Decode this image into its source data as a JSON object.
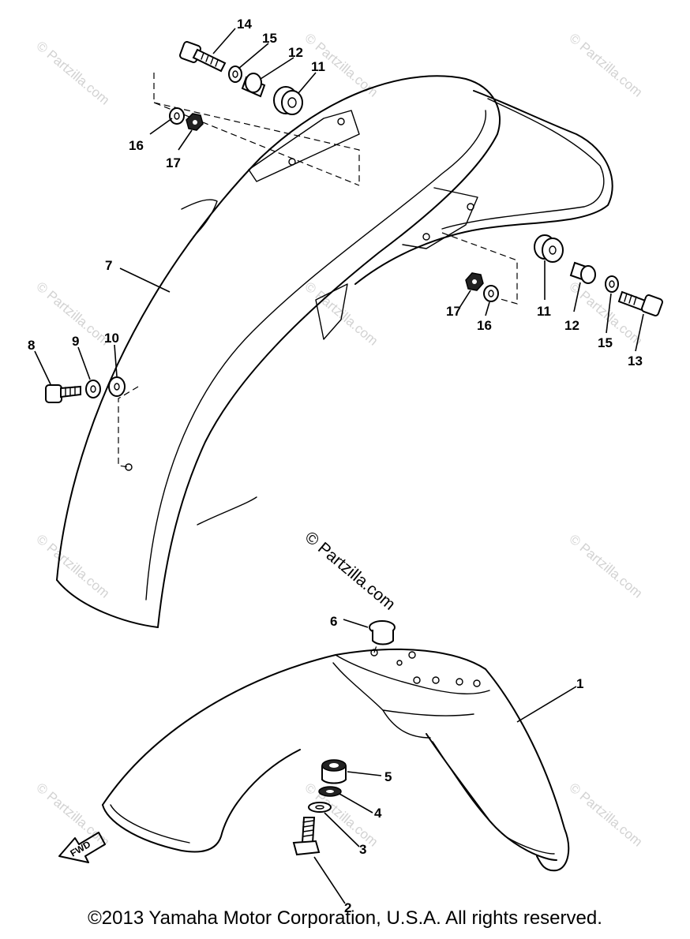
{
  "diagram": {
    "callouts": {
      "c1": "1",
      "c2": "2",
      "c3": "3",
      "c4": "4",
      "c5": "5",
      "c6": "6",
      "c7": "7",
      "c8": "8",
      "c9": "9",
      "c10": "10",
      "c11a": "11",
      "c11b": "11",
      "c12a": "12",
      "c12b": "12",
      "c13": "13",
      "c14": "14",
      "c15a": "15",
      "c15b": "15",
      "c16a": "16",
      "c16b": "16",
      "c17a": "17",
      "c17b": "17"
    },
    "fwd_label": "FWD",
    "watermark_text": "© Partzilla.com"
  },
  "footer": {
    "copyright": "©2013  Yamaha Motor Corporation, U.S.A. All rights reserved."
  }
}
